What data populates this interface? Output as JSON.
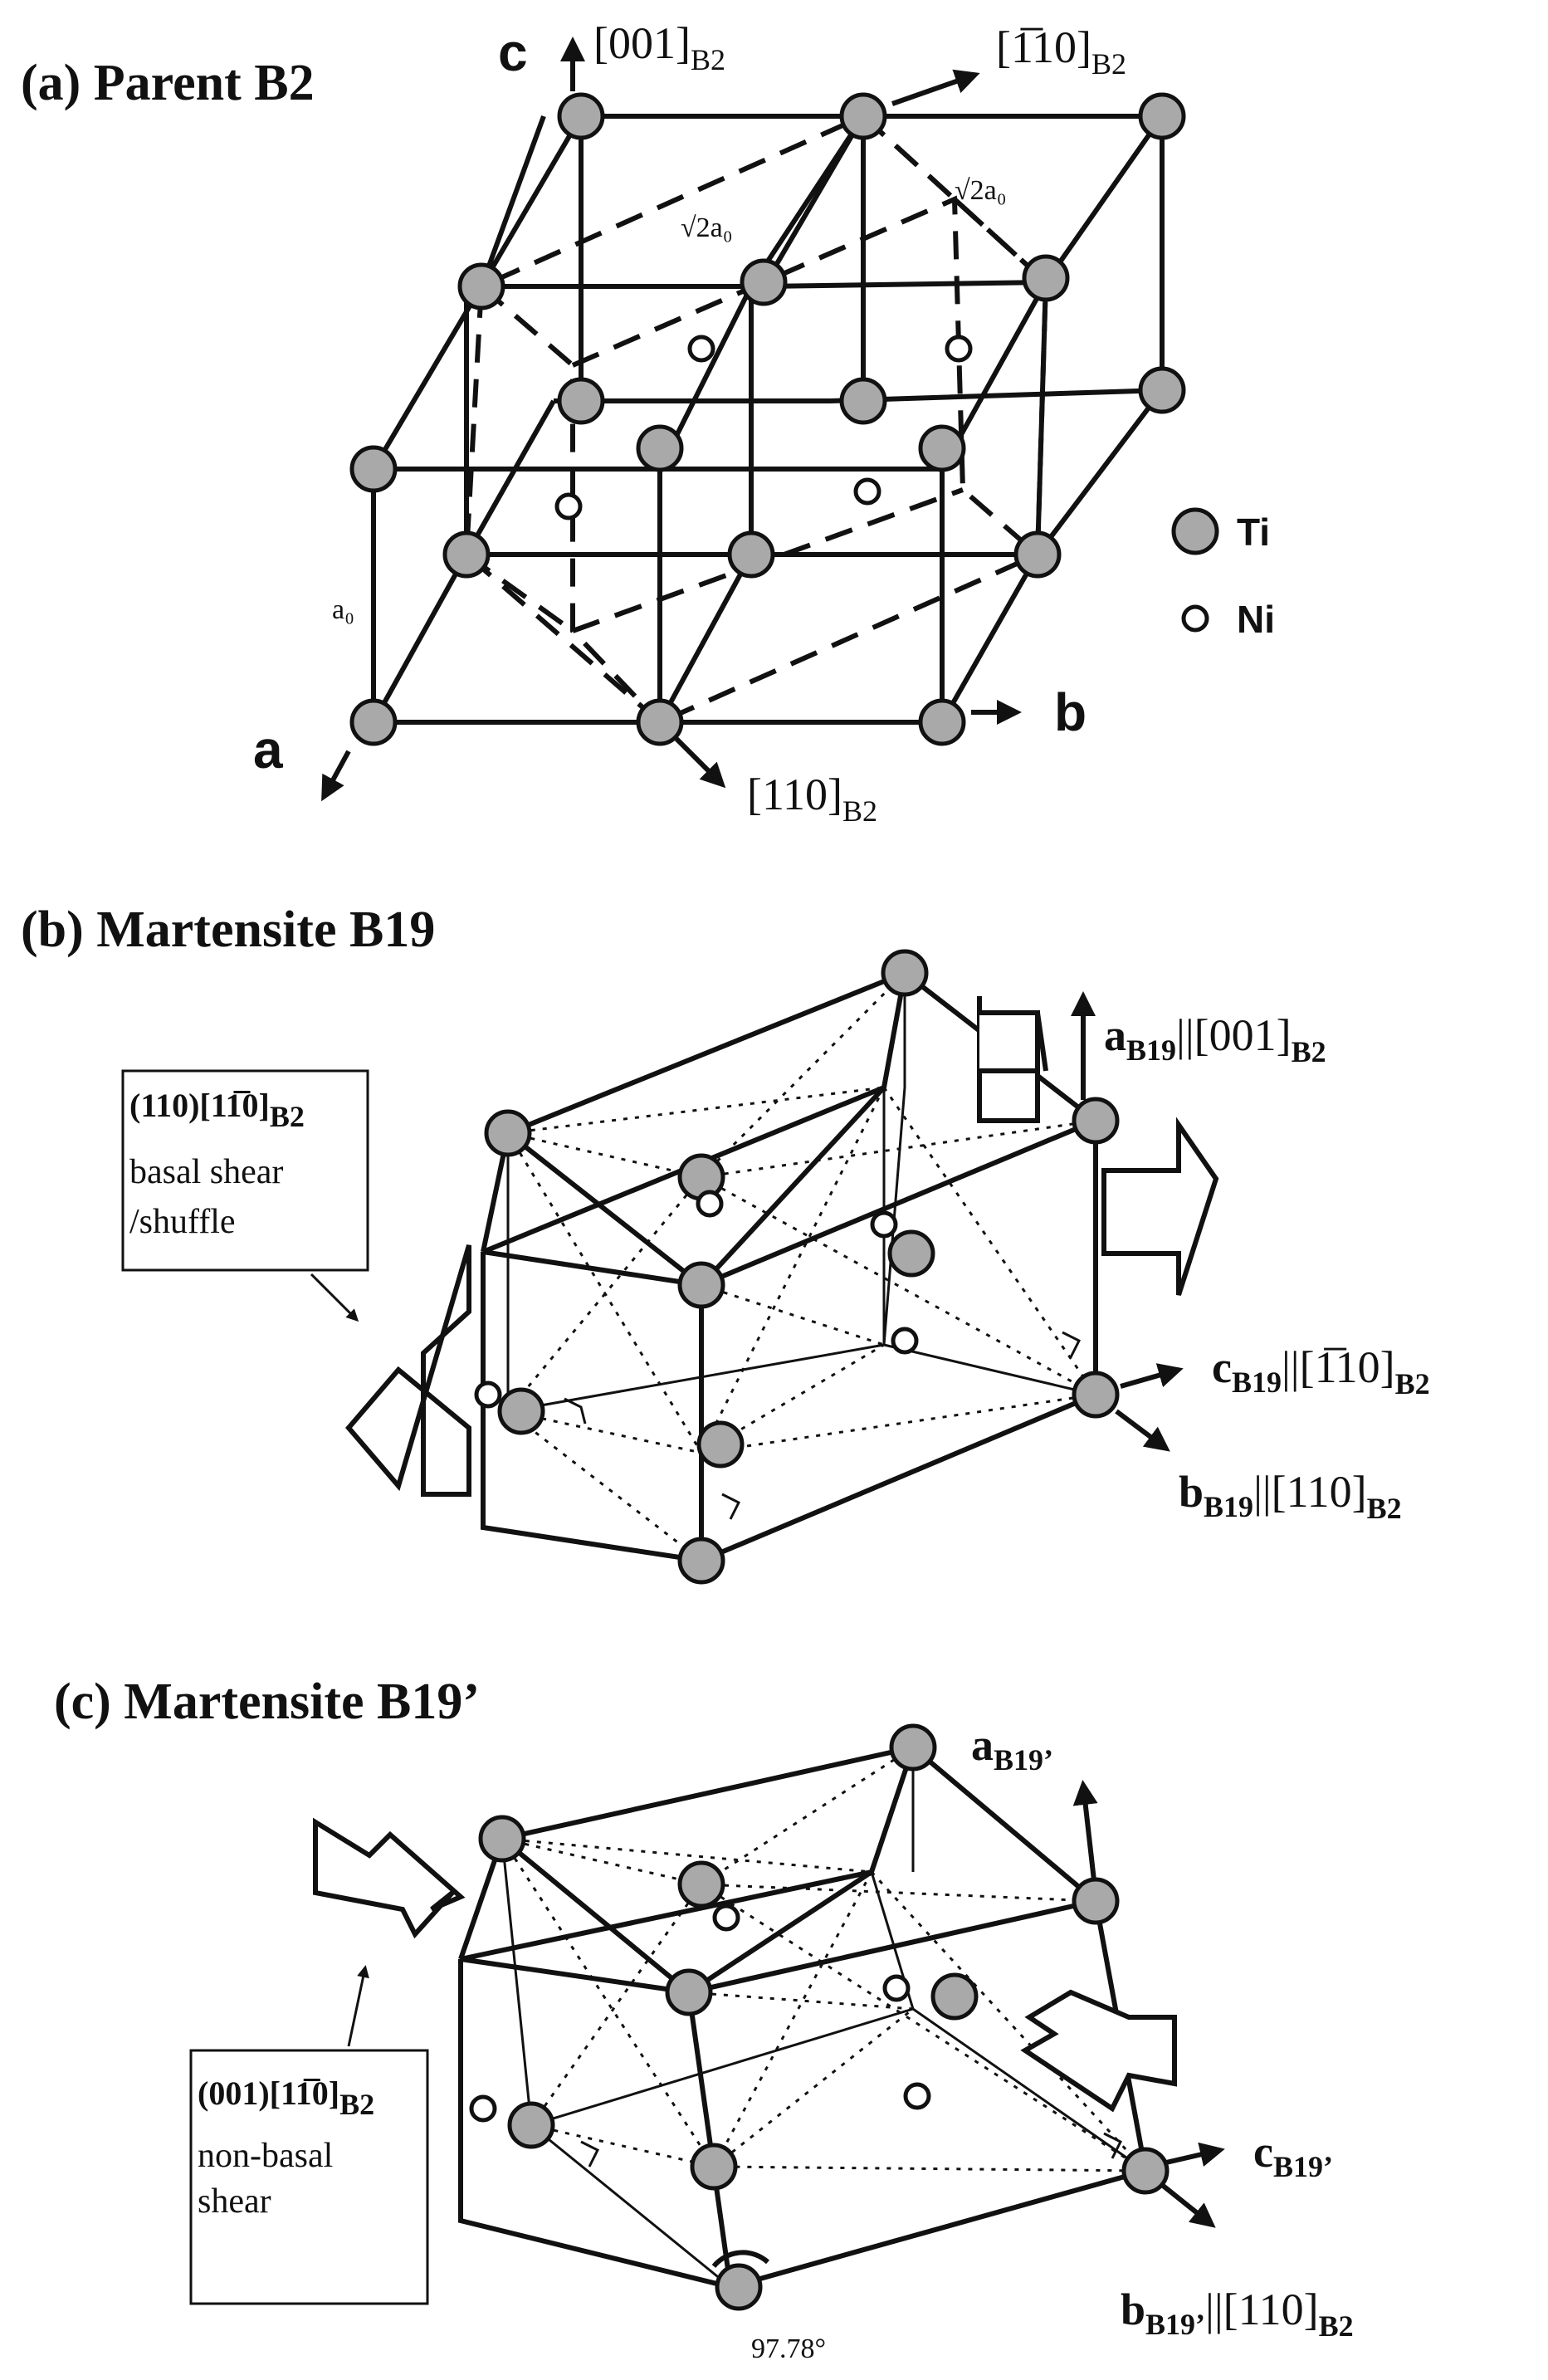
{
  "panel_a": {
    "title": "(a) Parent B2",
    "axis_c": "c",
    "axis_a": "a",
    "axis_b": "b",
    "dir_001": "[001]",
    "dir_001_sub": "B2",
    "dir_m110": "[1̅10]",
    "dir_m110_sub": "B2",
    "dir_110": "[110]",
    "dir_110_sub": "B2",
    "sqrt2_left": "√2a₀",
    "sqrt2_right": "√2a₀",
    "a0": "a₀",
    "legend_ti": "Ti",
    "legend_ni": "Ni"
  },
  "panel_b": {
    "title": "(b) Martensite B19",
    "box_line1": "(110)[1",
    "box_line1_bar": "1̅",
    "box_line1_end": "0]",
    "box_line1_sub": "B2",
    "box_line2": "basal shear",
    "box_line3": "/shuffle",
    "a_label": "a",
    "a_sub": "B19",
    "a_rel": "||[001]",
    "a_rel_sub": "B2",
    "c_label": "c",
    "c_sub": "B19",
    "c_rel": "||[1̅10]",
    "c_rel_sub": "B2",
    "b_label": "b",
    "b_sub": "B19",
    "b_rel": "||[110]",
    "b_rel_sub": "B2"
  },
  "panel_c": {
    "title": "(c) Martensite B19’",
    "box_line1": "(001)[1",
    "box_line1_bar": "1̅",
    "box_line1_end": "0]",
    "box_line1_sub": "B2",
    "box_line2": "non-basal",
    "box_line3": "shear",
    "a_label": "a",
    "a_sub": "B19’",
    "c_label": "c",
    "c_sub": "B19’",
    "b_label": "b",
    "b_sub": "B19’",
    "b_rel": "||[110]",
    "b_rel_sub": "B2",
    "angle": "97.78°"
  },
  "colors": {
    "ti_fill": "#a9a9a9",
    "ni_fill": "#ffffff",
    "line": "#111111"
  }
}
